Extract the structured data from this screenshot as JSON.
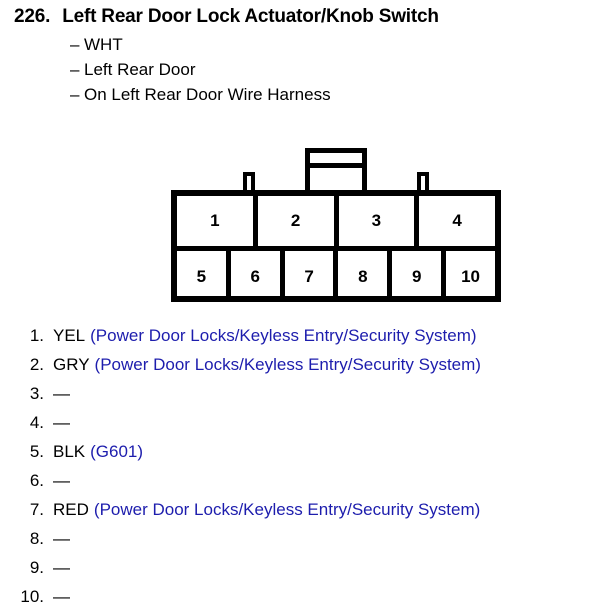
{
  "header": {
    "number": "226.",
    "title": "Left Rear Door Lock Actuator/Knob Switch",
    "dash": "–",
    "details": [
      "WHT",
      "Left Rear Door",
      "On Left Rear Door Wire Harness"
    ]
  },
  "connector": {
    "top_row": [
      "1",
      "2",
      "3",
      "4"
    ],
    "bottom_row": [
      "5",
      "6",
      "7",
      "8",
      "9",
      "10"
    ],
    "outline_color": "#000000",
    "fill_color": "#ffffff"
  },
  "pins": [
    {
      "num": "1.",
      "color": "YEL",
      "circuit": "(Power Door Locks/Keyless Entry/Security System)"
    },
    {
      "num": "2.",
      "color": "GRY",
      "circuit": "(Power Door Locks/Keyless Entry/Security System)"
    },
    {
      "num": "3.",
      "color": "—",
      "circuit": ""
    },
    {
      "num": "4.",
      "color": "—",
      "circuit": ""
    },
    {
      "num": "5.",
      "color": "BLK",
      "circuit": "(G601)"
    },
    {
      "num": "6.",
      "color": "—",
      "circuit": ""
    },
    {
      "num": "7.",
      "color": "RED",
      "circuit": "(Power Door Locks/Keyless Entry/Security System)"
    },
    {
      "num": "8.",
      "color": "—",
      "circuit": ""
    },
    {
      "num": "9.",
      "color": "—",
      "circuit": ""
    },
    {
      "num": "10.",
      "color": "—",
      "circuit": ""
    }
  ],
  "colors": {
    "text": "#000000",
    "circuit_link": "#1d1dad",
    "background": "#ffffff"
  }
}
